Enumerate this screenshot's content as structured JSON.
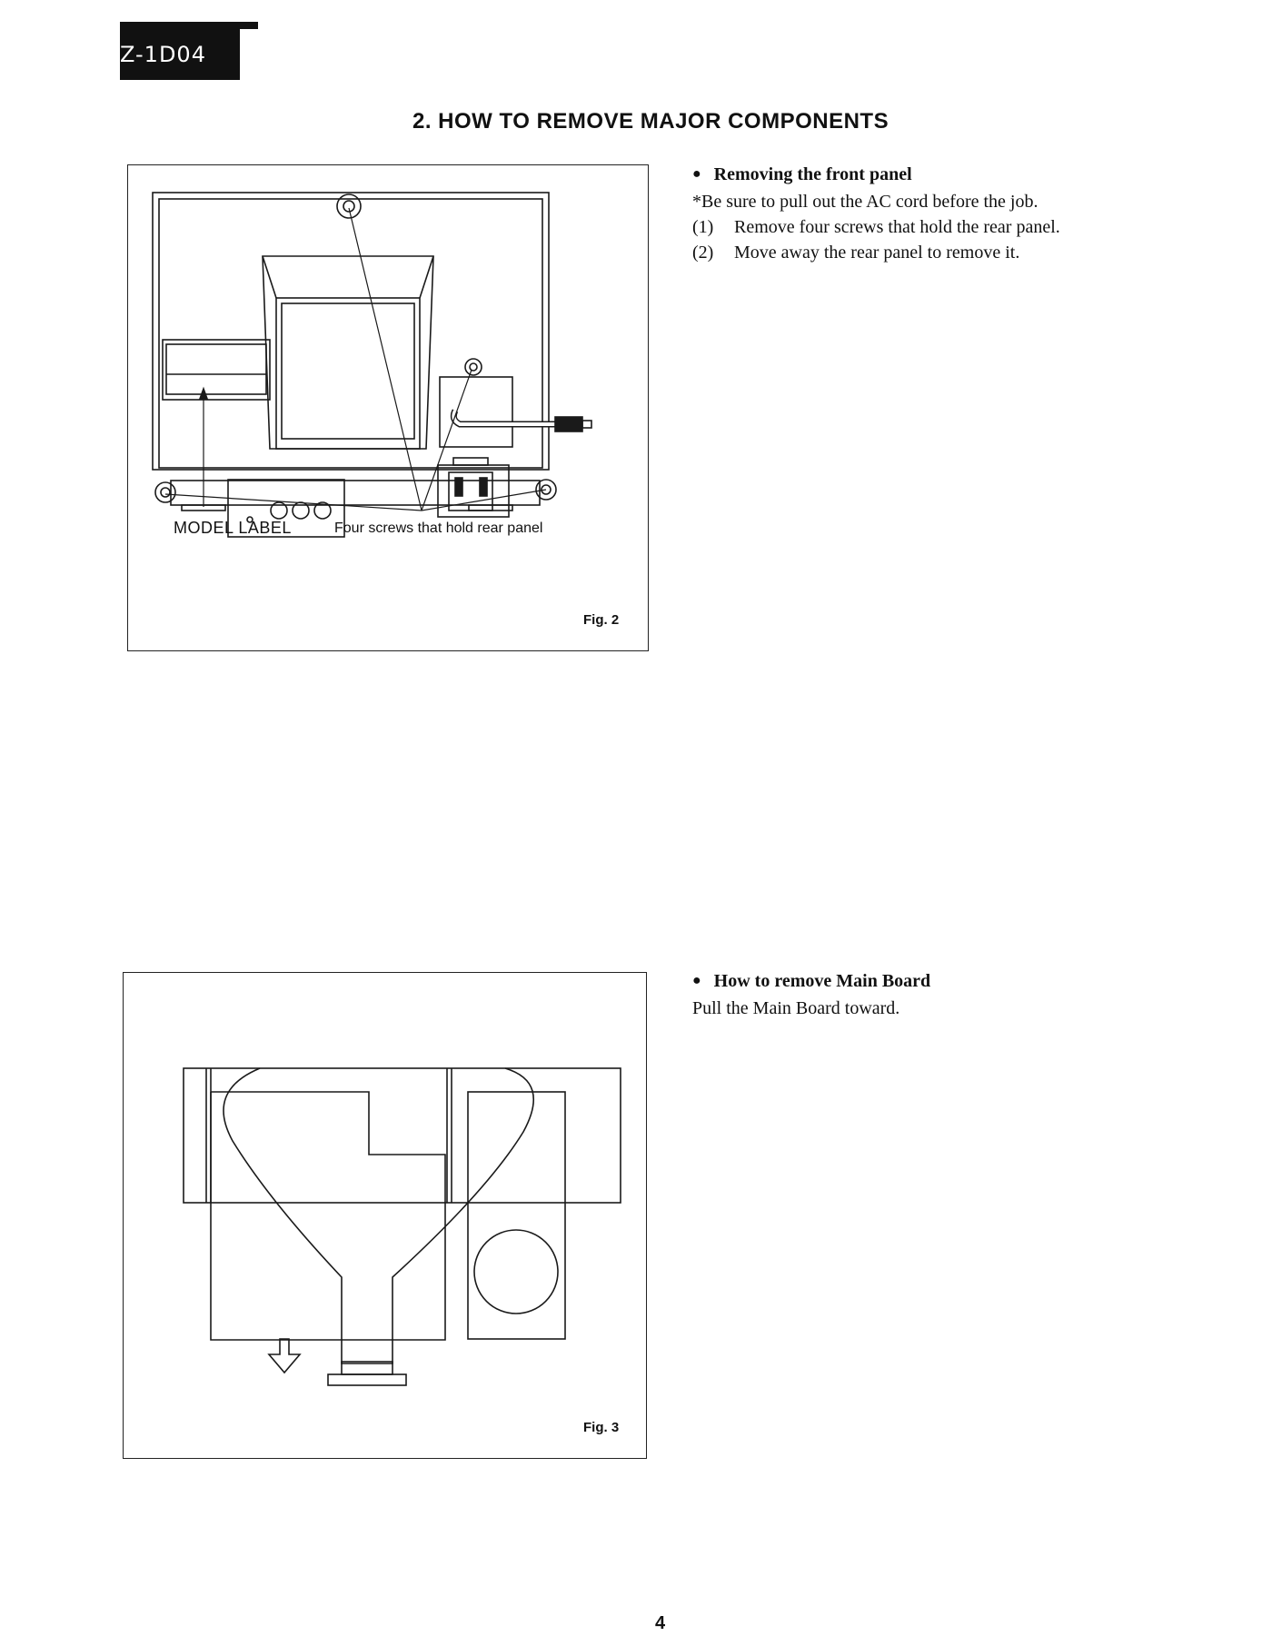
{
  "header": {
    "model_tab": "Z-1D04"
  },
  "section": {
    "heading": "2. HOW TO REMOVE MAJOR COMPONENTS"
  },
  "figure2": {
    "caption": "Fig. 2",
    "model_label": "MODEL LABEL",
    "screws_label": "Four screws that hold rear panel"
  },
  "figure3": {
    "caption": "Fig. 3"
  },
  "instructions_front_panel": {
    "title": "Removing the front panel",
    "note": "*Be sure to pull out the AC cord before the job.",
    "steps": [
      {
        "num": "(1)",
        "text": "Remove four screws that hold the rear panel."
      },
      {
        "num": "(2)",
        "text": "Move away the rear panel to remove it."
      }
    ]
  },
  "instructions_main_board": {
    "title": "How to remove Main Board",
    "text": "Pull the Main Board toward."
  },
  "page": {
    "number": "4"
  }
}
